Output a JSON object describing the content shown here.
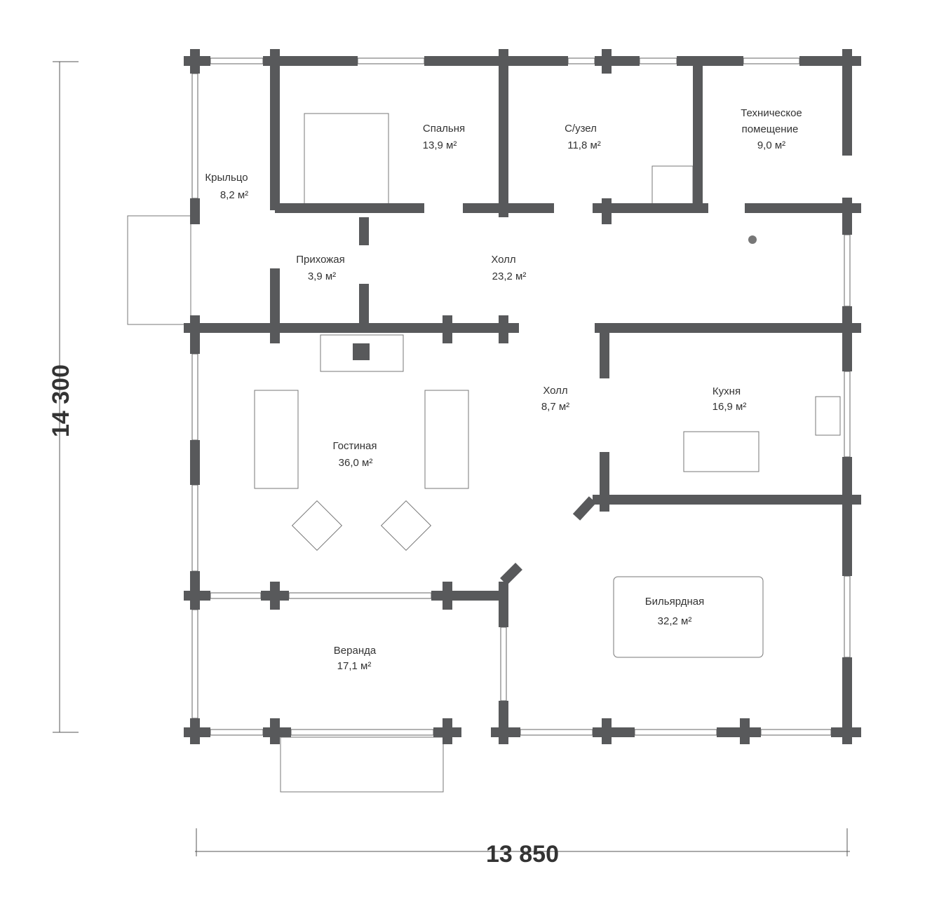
{
  "plan": {
    "dimensions": {
      "height_label": "14 300",
      "width_label": "13 850"
    },
    "rooms": [
      {
        "id": "porch",
        "name": "Крыльцо",
        "area": "8,2 м²"
      },
      {
        "id": "bedroom",
        "name": "Спальня",
        "area": "13,9 м²"
      },
      {
        "id": "bathroom",
        "name": "С/узел",
        "area": "11,8 м²"
      },
      {
        "id": "technical",
        "name": "Техническое",
        "name2": "помещение",
        "area": "9,0 м²"
      },
      {
        "id": "entry",
        "name": "Прихожая",
        "area": "3,9 м²"
      },
      {
        "id": "hall1",
        "name": "Холл",
        "area": "23,2 м²"
      },
      {
        "id": "hall2",
        "name": "Холл",
        "area": "8,7 м²"
      },
      {
        "id": "kitchen",
        "name": "Кухня",
        "area": "16,9 м²"
      },
      {
        "id": "living",
        "name": "Гостиная",
        "area": "36,0 м²"
      },
      {
        "id": "billiard",
        "name": "Бильярдная",
        "area": "32,2 м²"
      },
      {
        "id": "veranda",
        "name": "Веранда",
        "area": "17,1 м²"
      }
    ],
    "colors": {
      "wall": "#58595b",
      "line": "#555555"
    }
  }
}
